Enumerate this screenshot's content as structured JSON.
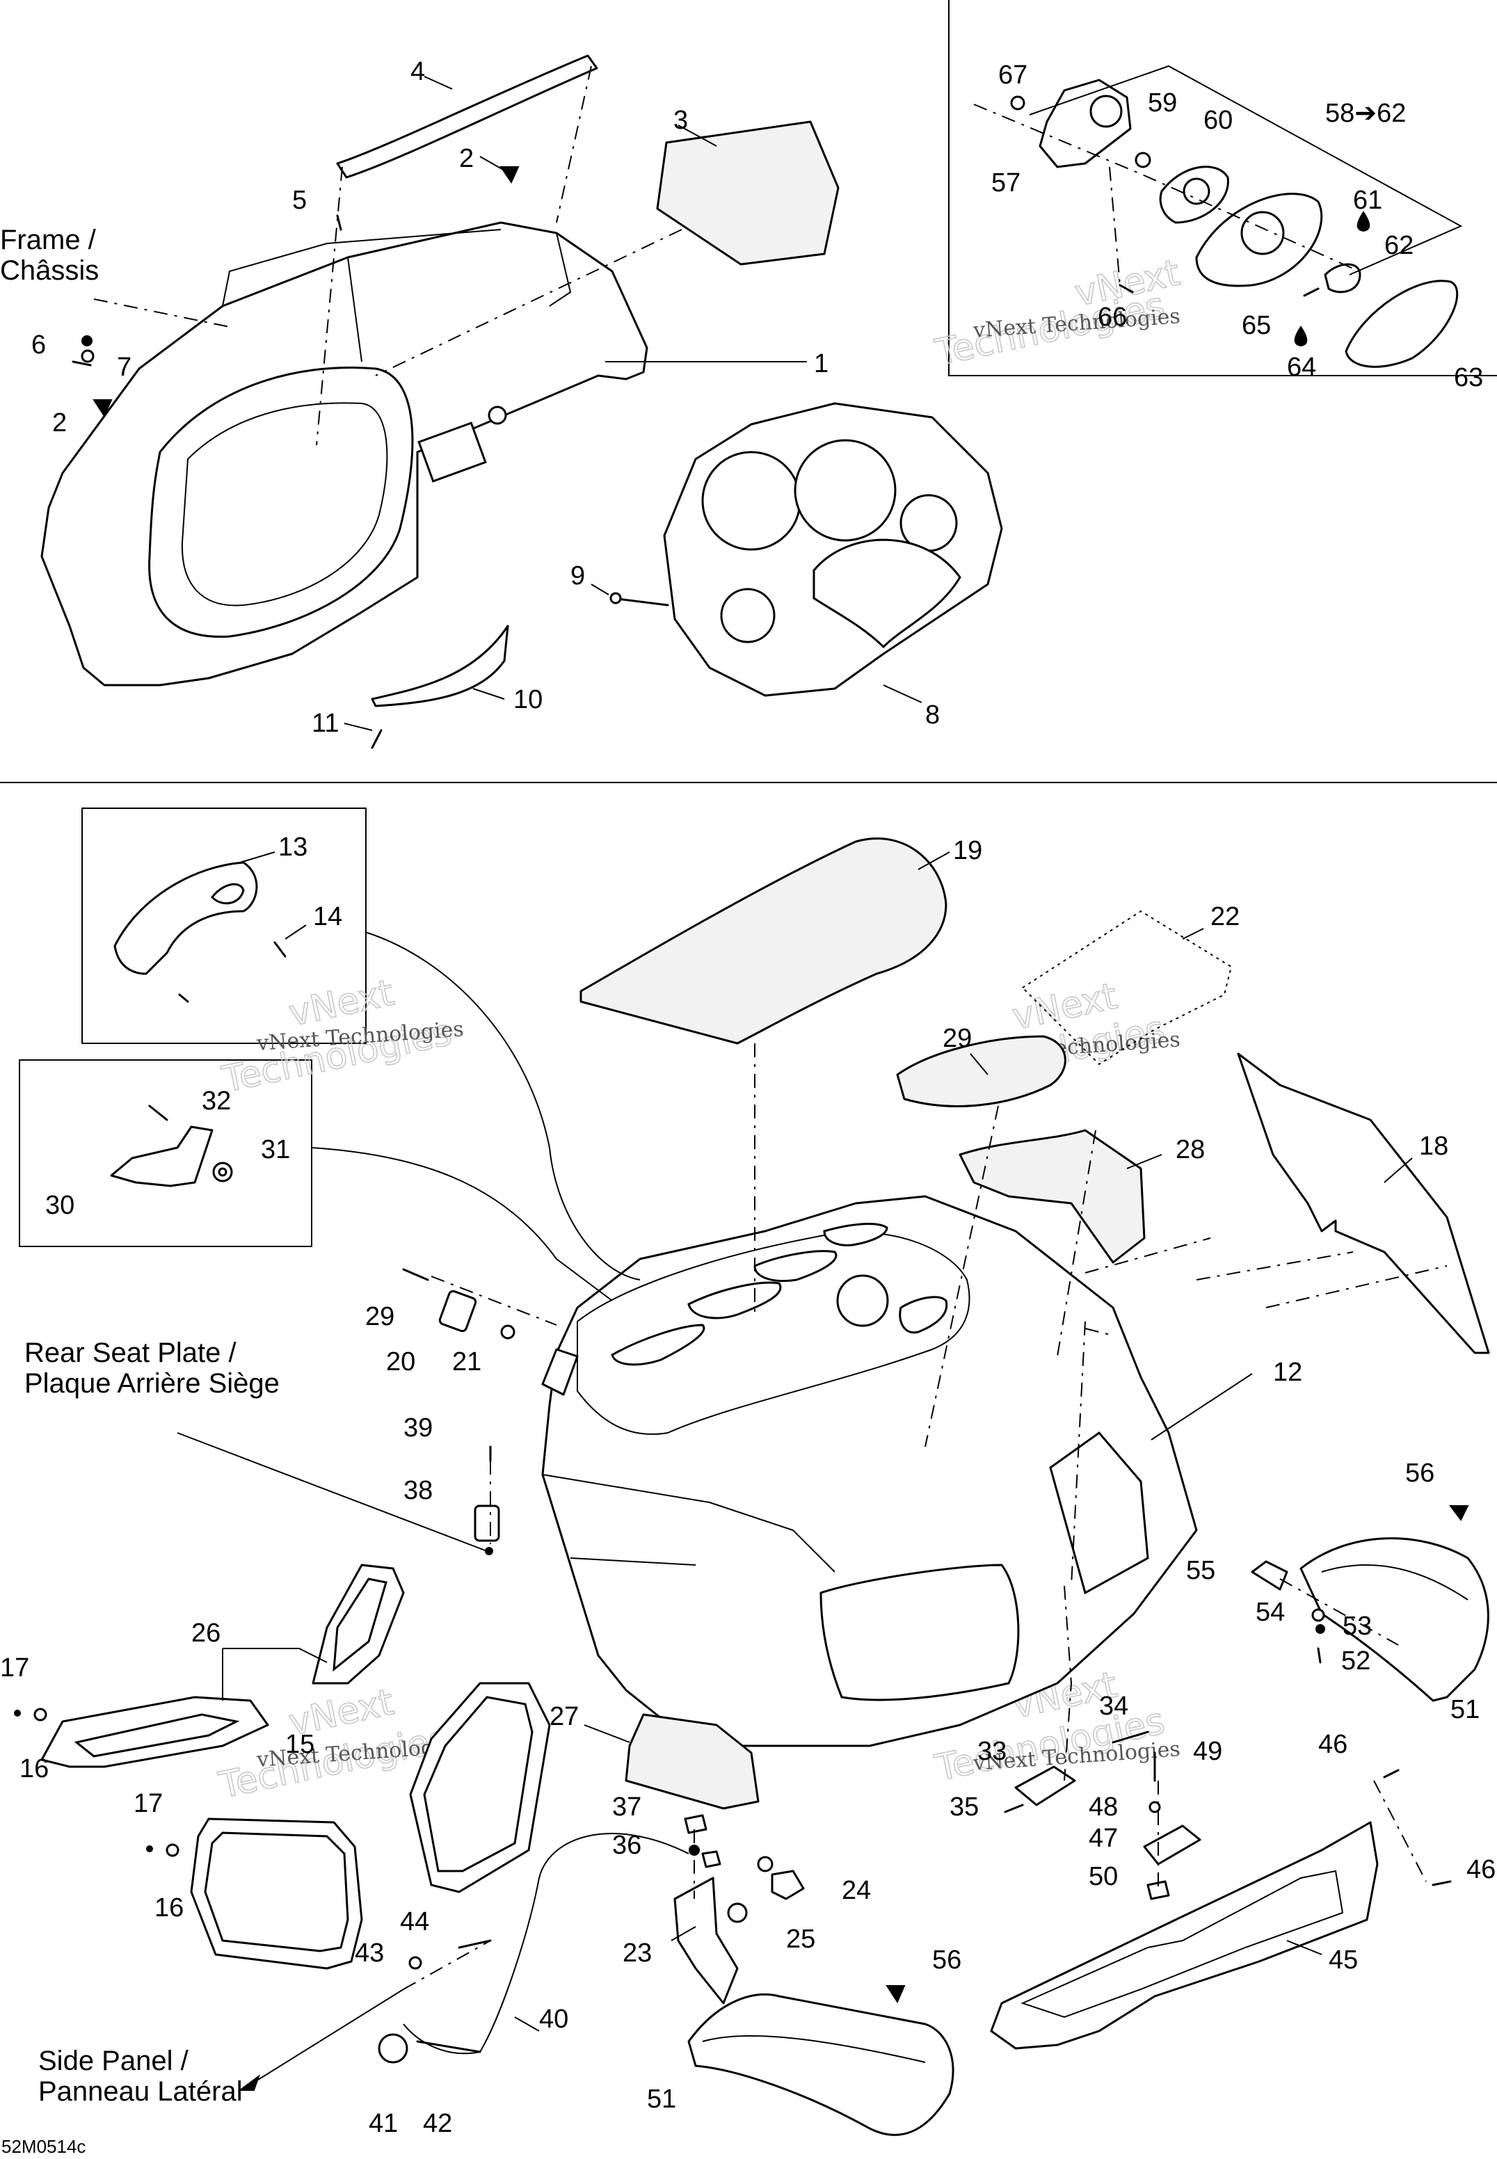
{
  "labels": {
    "frame": [
      "Frame /",
      "Châssis"
    ],
    "rear_seat_plate": [
      "Rear Seat Plate /",
      "Plaque Arrière Siège"
    ],
    "side_panel": [
      "Side Panel /",
      "Panneau Latéral"
    ],
    "range": "58➔62",
    "code": "52M0514c"
  },
  "watermark": {
    "brand": "vNext",
    "company": "vNext Technologies",
    "tech": "Technologies"
  },
  "callouts": {
    "n1": "1",
    "n2a": "2",
    "n2b": "2",
    "n3": "3",
    "n4": "4",
    "n5": "5",
    "n6": "6",
    "n7": "7",
    "n8": "8",
    "n9": "9",
    "n10": "10",
    "n11": "11",
    "n12": "12",
    "n13": "13",
    "n14": "14",
    "n15": "15",
    "n16a": "16",
    "n16b": "16",
    "n17a": "17",
    "n17b": "17",
    "n18": "18",
    "n19": "19",
    "n20": "20",
    "n21": "21",
    "n22": "22",
    "n23": "23",
    "n24": "24",
    "n25": "25",
    "n26": "26",
    "n27": "27",
    "n28": "28",
    "n29a": "29",
    "n29b": "29",
    "n30": "30",
    "n31": "31",
    "n32": "32",
    "n33": "33",
    "n34": "34",
    "n35": "35",
    "n36": "36",
    "n37": "37",
    "n38": "38",
    "n39": "39",
    "n40": "40",
    "n41": "41",
    "n42": "42",
    "n43": "43",
    "n44": "44",
    "n45": "45",
    "n46a": "46",
    "n46b": "46",
    "n47": "47",
    "n48": "48",
    "n49": "49",
    "n50": "50",
    "n51a": "51",
    "n51b": "51",
    "n52": "52",
    "n53": "53",
    "n54": "54",
    "n55": "55",
    "n56a": "56",
    "n56b": "56",
    "n57": "57",
    "n59": "59",
    "n60": "60",
    "n61": "61",
    "n62": "62",
    "n63": "63",
    "n64": "64",
    "n65": "65",
    "n66": "66",
    "n67": "67"
  }
}
